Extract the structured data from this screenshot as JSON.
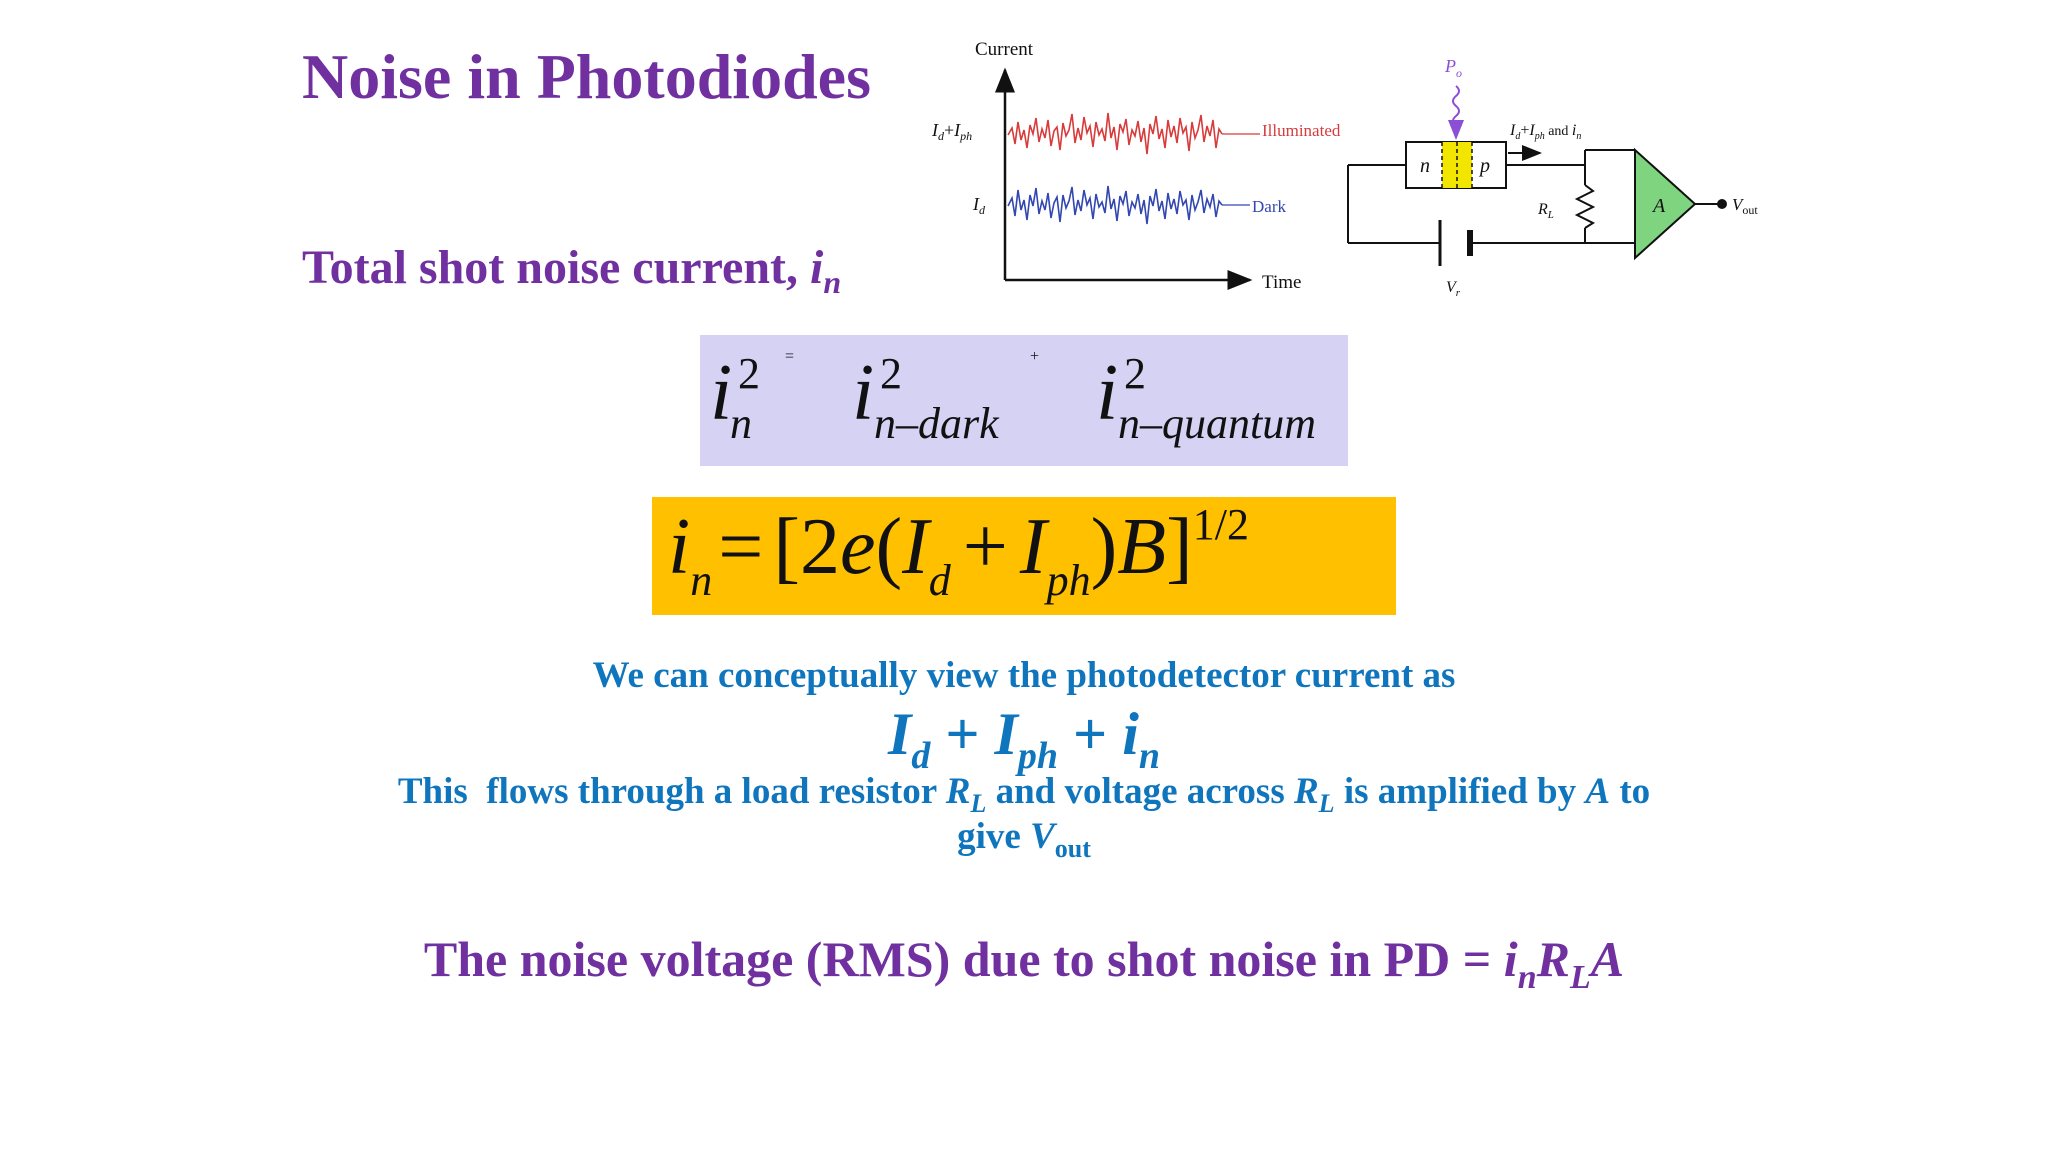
{
  "slide": {
    "title": "Noise in Photodiodes",
    "shot_noise_label": "Total shot noise current, ",
    "shot_noise_symbol": "i",
    "shot_noise_sub": "n"
  },
  "equation1": {
    "lhs_base": "i",
    "lhs_sup": "2",
    "lhs_sub": "n",
    "equals": "=",
    "t1_base": "i",
    "t1_sup": "2",
    "t1_sub": "n–dark",
    "plus": "+",
    "t2_base": "i",
    "t2_sup": "2",
    "t2_sub": "n–quantum",
    "box_color": "#d5d2f4"
  },
  "equation2": {
    "lhs_base": "i",
    "lhs_sub": "n",
    "equals": "=",
    "open": "[2",
    "e": "e",
    "paren_open": "(",
    "id_base": "I",
    "id_sub": "d",
    "plus": "+",
    "iph_base": "I",
    "iph_sub": "ph",
    "paren_close": ")",
    "b": "B",
    "close": "]",
    "exponent": "1/2",
    "box_color": "#ffc000"
  },
  "explanation": {
    "line1": "We can conceptually view the photodetector current as",
    "expr": {
      "a": "I",
      "a_sub": "d",
      "plus1": " + ",
      "b": "I",
      "b_sub": "ph",
      "plus2": " + ",
      "c": "i",
      "c_sub": "n"
    },
    "line2_a": "This  flows through a load resistor ",
    "line2_r1": "R",
    "line2_r1_sub": "L",
    "line2_b": " and voltage across ",
    "line2_r2": "R",
    "line2_r2_sub": "L",
    "line2_c": " is amplified by ",
    "line2_amp": "A",
    "line2_d": " to",
    "line3_a": "give ",
    "line3_v": "V",
    "line3_v_sub": "out"
  },
  "noise_voltage": {
    "text": "The noise voltage (RMS) due to shot noise in PD = ",
    "i": "i",
    "i_sub": "n",
    "r": "R",
    "r_sub": "L",
    "a": "A"
  },
  "figure_left": {
    "y_axis_label": "Current",
    "x_axis_label": "Time",
    "level_top": "I",
    "level_top_sub1": "d",
    "level_top_plus": "+",
    "level_top_b": "I",
    "level_top_sub2": "ph",
    "level_bottom": "I",
    "level_bottom_sub": "d",
    "trace_top_label": "Illuminated",
    "trace_bottom_label": "Dark",
    "colors": {
      "illuminated": "#d83b3b",
      "dark": "#3347b0",
      "axis": "#111111"
    }
  },
  "figure_right": {
    "light_label": "P",
    "light_label_sub": "o",
    "n_label": "n",
    "p_label": "p",
    "current_label_a": "I",
    "current_label_a_sub": "d",
    "current_label_plus": "+",
    "current_label_b": "I",
    "current_label_b_sub": "ph",
    "current_label_and": " and ",
    "current_label_c": "i",
    "current_label_c_sub": "n",
    "resistor_label": "R",
    "resistor_label_sub": "L",
    "amp_label": "A",
    "vout_label": "V",
    "vout_label_sub": "out",
    "battery_label": "V",
    "battery_label_sub": "r",
    "colors": {
      "amplifier": "#7fd57f",
      "junction": "#f2e600",
      "light": "#8a4fd6"
    }
  }
}
